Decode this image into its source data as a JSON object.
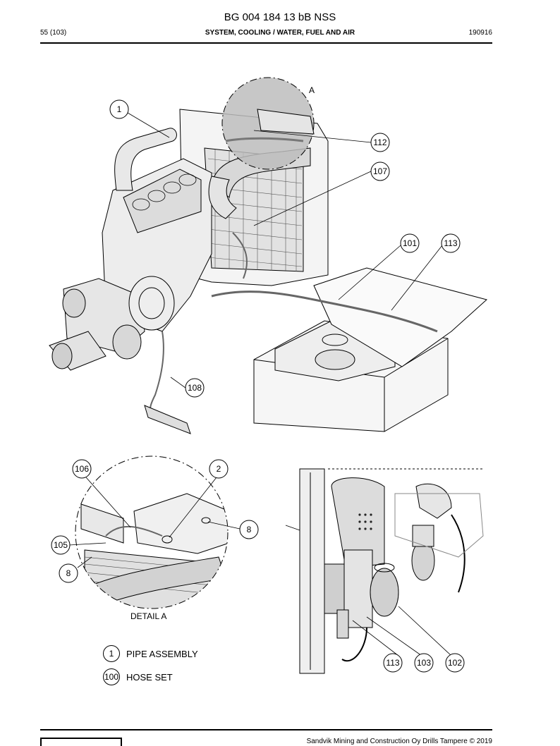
{
  "header": {
    "doc_title": "BG 004 184 13 bB NSS",
    "page_ref": "55 (103)",
    "section": "SYSTEM, COOLING / WATER, FUEL AND AIR",
    "date_code": "190916"
  },
  "figure": {
    "view_label": "A",
    "detail_label": "DETAIL A",
    "main_callouts": [
      "1",
      "112",
      "107",
      "101",
      "113",
      "108"
    ],
    "detail_callouts": [
      "106",
      "2",
      "8",
      "105",
      "8"
    ],
    "photo_callouts": [
      "113",
      "103",
      "102"
    ]
  },
  "legend": [
    {
      "num": "1",
      "label": "PIPE ASSEMBLY"
    },
    {
      "num": "100",
      "label": "HOSE SET"
    }
  ],
  "footer": {
    "copyright": "Sandvik Mining and Construction Oy Drills Tampere © 2019"
  }
}
